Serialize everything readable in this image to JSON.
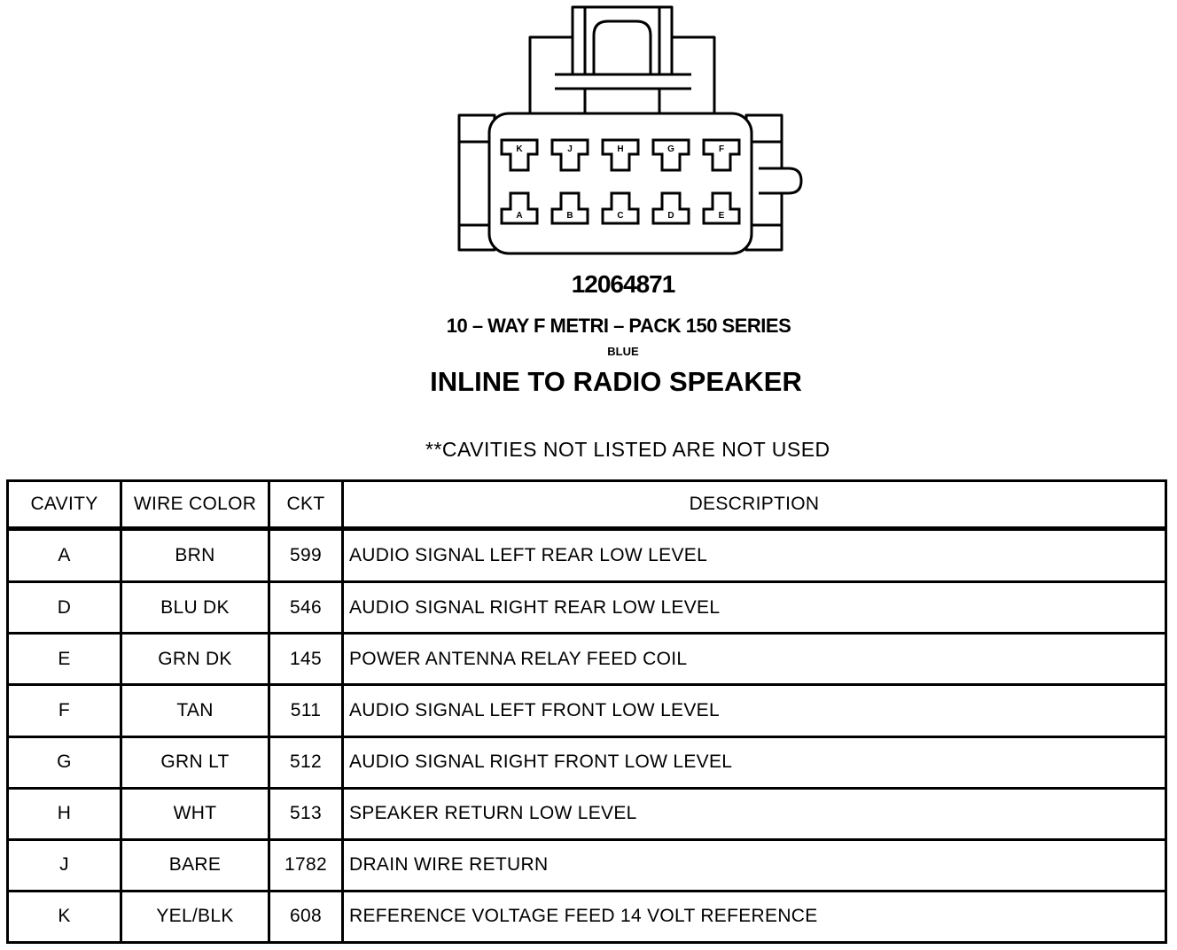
{
  "connector": {
    "top_row_cavities": [
      "K",
      "J",
      "H",
      "G",
      "F"
    ],
    "bottom_row_cavities": [
      "A",
      "B",
      "C",
      "D",
      "E"
    ]
  },
  "part_number": "12064871",
  "series": "10 – WAY F METRI – PACK 150 SERIES",
  "color": "BLUE",
  "location": "INLINE TO RADIO SPEAKER",
  "note": "**CAVITIES NOT LISTED ARE NOT USED",
  "table": {
    "headers": [
      "CAVITY",
      "WIRE COLOR",
      "CKT",
      "DESCRIPTION"
    ],
    "rows": [
      {
        "cavity": "A",
        "wire_color": "BRN",
        "ckt": "599",
        "description": "AUDIO SIGNAL LEFT REAR LOW LEVEL"
      },
      {
        "cavity": "D",
        "wire_color": "BLU DK",
        "ckt": "546",
        "description": "AUDIO SIGNAL RIGHT REAR LOW LEVEL"
      },
      {
        "cavity": "E",
        "wire_color": "GRN DK",
        "ckt": "145",
        "description": "POWER ANTENNA RELAY FEED COIL"
      },
      {
        "cavity": "F",
        "wire_color": "TAN",
        "ckt": "511",
        "description": "AUDIO SIGNAL LEFT FRONT LOW LEVEL"
      },
      {
        "cavity": "G",
        "wire_color": "GRN LT",
        "ckt": "512",
        "description": "AUDIO SIGNAL RIGHT FRONT LOW LEVEL"
      },
      {
        "cavity": "H",
        "wire_color": "WHT",
        "ckt": "513",
        "description": "SPEAKER RETURN LOW LEVEL"
      },
      {
        "cavity": "J",
        "wire_color": "BARE",
        "ckt": "1782",
        "description": "DRAIN WIRE RETURN"
      },
      {
        "cavity": "K",
        "wire_color": "YEL/BLK",
        "ckt": "608",
        "description": "REFERENCE VOLTAGE FEED 14 VOLT REFERENCE"
      }
    ]
  }
}
